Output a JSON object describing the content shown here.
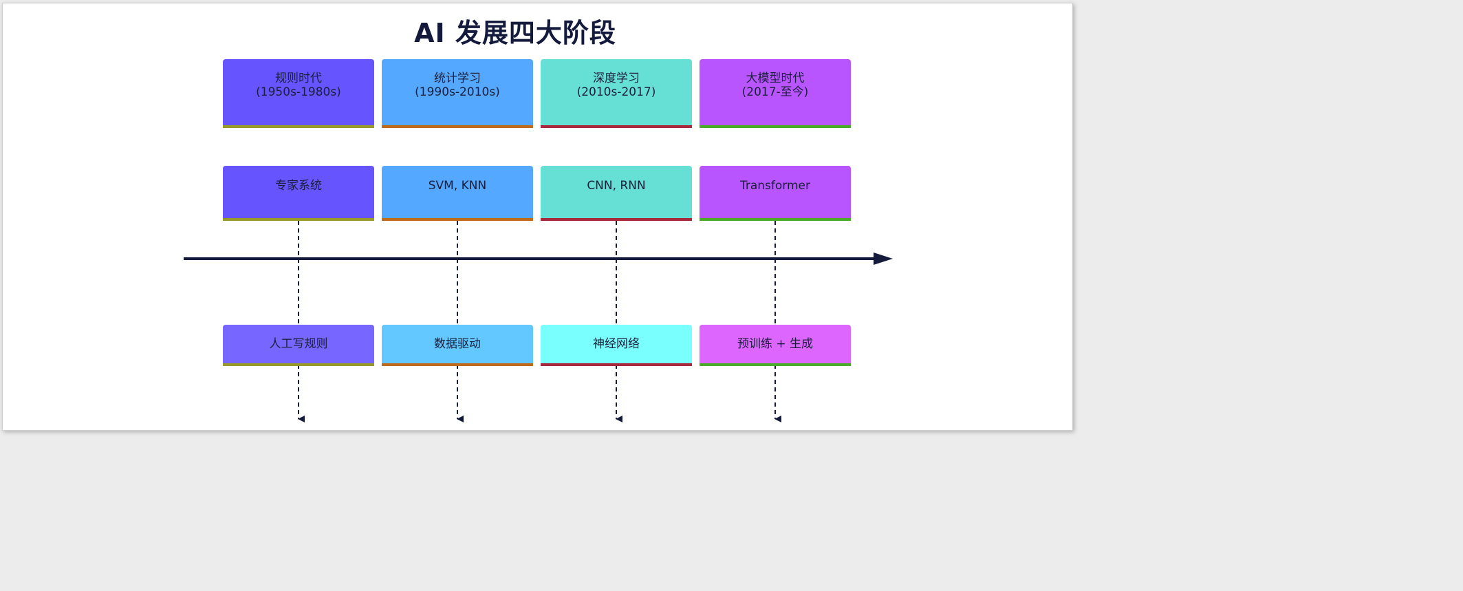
{
  "title": "AI 发展四大阶段",
  "columns": [
    {
      "stage": "规则时代\n(1950s-1980s)",
      "tech": "专家系统",
      "method": "人工写规则",
      "colors": {
        "stage": "#6655ff",
        "tech": "#6655ff",
        "method": "#7766ff",
        "accent": "#9a9a2a"
      }
    },
    {
      "stage": "统计学习\n(1990s-2010s)",
      "tech": "SVM, KNN",
      "method": "数据驱动",
      "colors": {
        "stage": "#55a8ff",
        "tech": "#55a8ff",
        "method": "#62c8ff",
        "accent": "#c06a1e"
      }
    },
    {
      "stage": "深度学习\n(2010s-2017)",
      "tech": "CNN, RNN",
      "method": "神经网络",
      "colors": {
        "stage": "#66e0d4",
        "tech": "#66e0d4",
        "method": "#7affff",
        "accent": "#a8283c"
      }
    },
    {
      "stage": "大模型时代\n(2017-至今)",
      "tech": "Transformer",
      "method": "预训练 + 生成",
      "colors": {
        "stage": "#b955ff",
        "tech": "#b955ff",
        "method": "#dd66ff",
        "accent": "#4aaa2a"
      }
    }
  ],
  "colors": {
    "timeline": "#141a3c",
    "connector": "#141a3c",
    "title": "#141a3c"
  }
}
